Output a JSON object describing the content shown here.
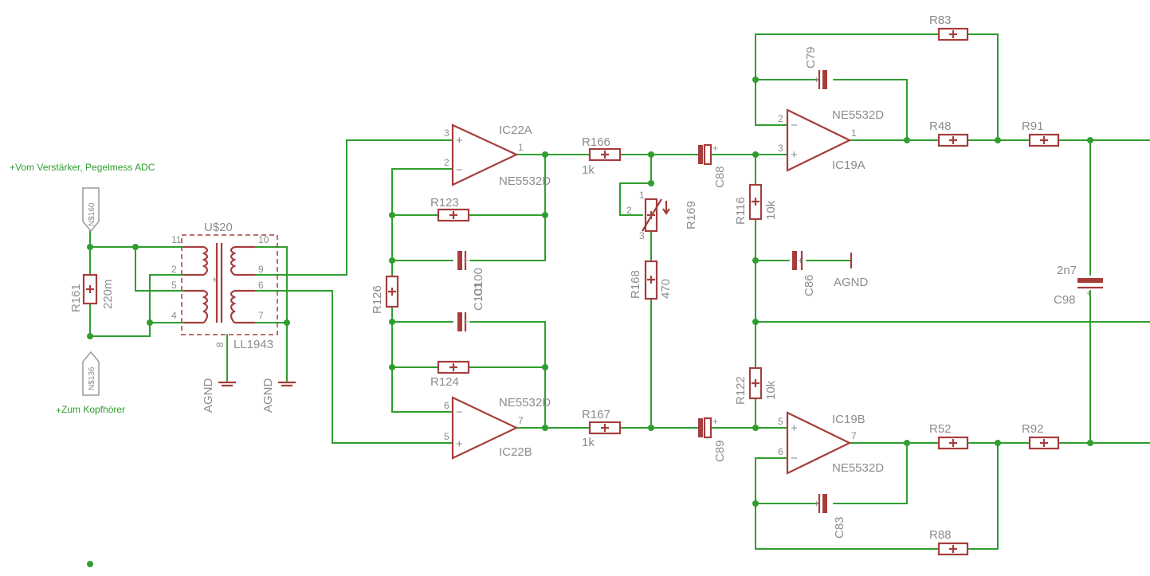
{
  "net_labels": {
    "input_note": "Vom Verstärker, Pegelmess ADC",
    "output_note": "Zum Kopfhörer"
  },
  "ports": {
    "top": "N$160",
    "bottom": "N$136"
  },
  "transformer": {
    "name": "U$20",
    "value": "LL1943",
    "pins": [
      "11",
      "2",
      "5",
      "4",
      "10",
      "9",
      "6",
      "7",
      "8"
    ]
  },
  "grounds": {
    "agnd1": "AGND",
    "agnd2": "AGND",
    "agnd3": "AGND"
  },
  "opamps": {
    "ic22a": {
      "name": "IC22A",
      "type": "NE5532D",
      "pin_plus": "3",
      "pin_minus": "2",
      "pin_out": "1"
    },
    "ic22b": {
      "name": "IC22B",
      "type": "NE5532D",
      "pin_minus": "6",
      "pin_plus": "5",
      "pin_out": "7"
    },
    "ic19a": {
      "name": "IC19A",
      "type": "NE5532D",
      "pin_minus": "2",
      "pin_plus": "3",
      "pin_out": "1"
    },
    "ic19b": {
      "name": "IC19B",
      "type": "NE5532D",
      "pin_plus": "5",
      "pin_minus": "6",
      "pin_out": "7"
    }
  },
  "resistors": {
    "r161": {
      "name": "R161",
      "value": "220m"
    },
    "r123": {
      "name": "R123"
    },
    "r124": {
      "name": "R124"
    },
    "r126": {
      "name": "R126"
    },
    "r166": {
      "name": "R166",
      "value": "1k"
    },
    "r167": {
      "name": "R167",
      "value": "1k"
    },
    "r168": {
      "name": "R168",
      "value": "470"
    },
    "r169": {
      "name": "R169",
      "pin1": "1",
      "pin2": "2",
      "pin3": "3"
    },
    "r116": {
      "name": "R116",
      "value": "10k"
    },
    "r122": {
      "name": "R122",
      "value": "10k"
    },
    "r83": {
      "name": "R83"
    },
    "r48": {
      "name": "R48"
    },
    "r91": {
      "name": "R91"
    },
    "r52": {
      "name": "R52"
    },
    "r92": {
      "name": "R92"
    },
    "r88": {
      "name": "R88"
    }
  },
  "capacitors": {
    "c100": {
      "name": "C100"
    },
    "c101": {
      "name": "C101"
    },
    "c88": {
      "name": "C88"
    },
    "c89": {
      "name": "C89"
    },
    "c79": {
      "name": "C79"
    },
    "c83": {
      "name": "C83"
    },
    "c86": {
      "name": "C86"
    },
    "c98": {
      "name": "C98",
      "value": "2n7"
    }
  },
  "colors": {
    "wire": "#2f9e2f",
    "component": "#a63d3d",
    "label": "#8c8c8c"
  }
}
